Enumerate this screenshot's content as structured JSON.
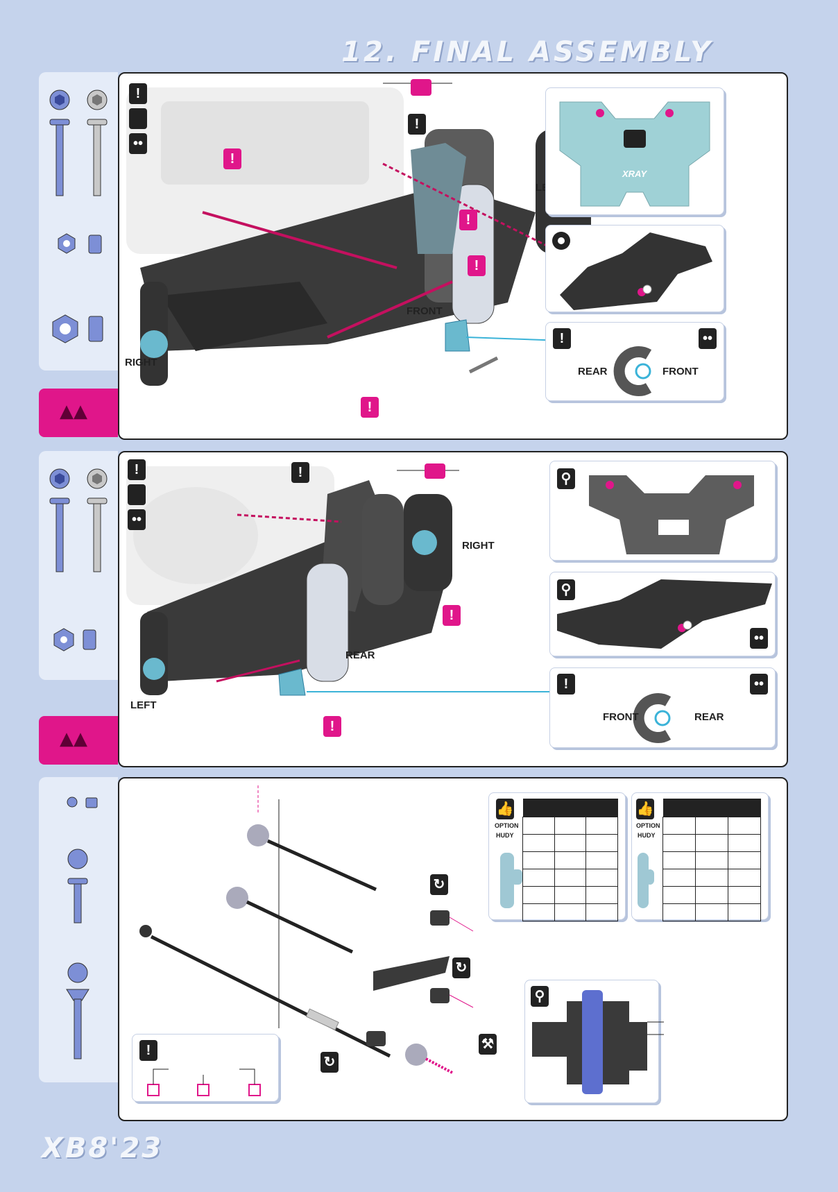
{
  "page_title": "12. FINAL ASSEMBLY",
  "footer_logo": "XB8'23",
  "front_section": {
    "labels": {
      "left": "LEFT",
      "front": "FRONT",
      "right": "RIGHT",
      "rear": "REAR"
    },
    "inset_tower_logo": "XRAY",
    "direction_rear": "REAR",
    "direction_front": "FRONT"
  },
  "rear_section": {
    "labels": {
      "right": "RIGHT",
      "rear": "REAR",
      "left": "LEFT"
    },
    "direction_front": "FRONT",
    "direction_rear": "REAR"
  },
  "bottom_section": {
    "option_label_1": "OPTION",
    "option_brand_1": "HUDY",
    "option_label_2": "OPTION",
    "option_brand_2": "HUDY"
  },
  "colors": {
    "accent": "#e0168a",
    "panel_bg": "#c5d3ec",
    "sidebar": "#e5ecf8",
    "cyan": "#3bb3d8"
  }
}
